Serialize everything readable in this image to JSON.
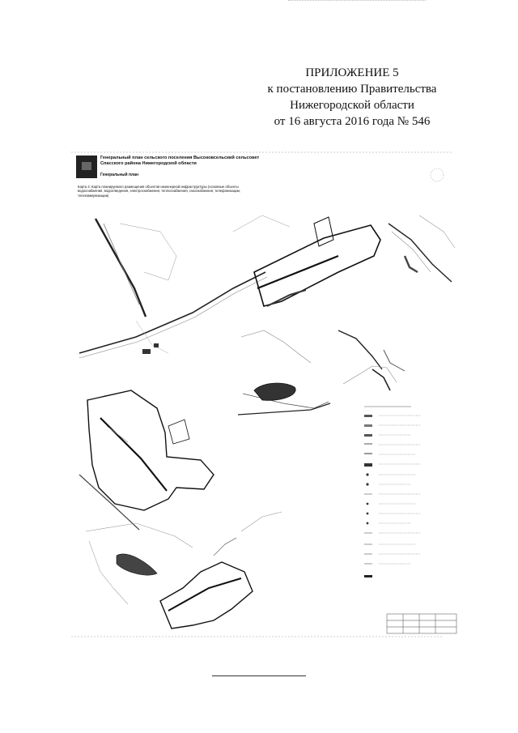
{
  "header": {
    "line1": "ПРИЛОЖЕНИЕ 5",
    "line2": "к постановлению Правительства",
    "line3": "Нижегородской области",
    "line4": "от 16 августа 2016 года № 546"
  },
  "map_sheet": {
    "title_line1": "Генеральный план сельского поселения Высоковсельский сельсовет",
    "title_line2": "Спасского района Нижегородской области",
    "subtitle": "Генеральный план",
    "note": "Карта 4. Карта планируемого размещения объектов инженерной инфраструктуры (основные объекты водоснабжения, водоотведения, электроснабжения, теплоснабжения, газоснабжения, телефонизации, телекоммуникации)"
  }
}
